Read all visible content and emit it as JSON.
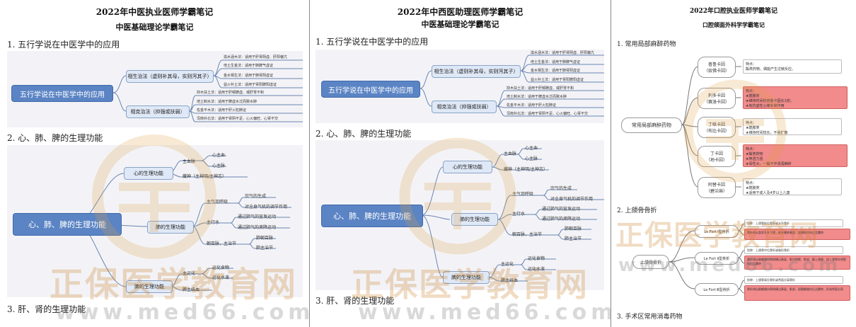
{
  "panel1": {
    "title": "2022年中医执业医师学霸笔记",
    "subtitle": "中医基础理论学霸笔记",
    "sec1": "1. 五行学说在中医学中的应用",
    "sec2": "2. 心、肺、脾的生理功能",
    "sec3": "3. 肝、肾的生理功能",
    "mm1": {
      "root": "五行学说在中医学中的应用",
      "b1": "相生治法（虚则补其母，实则泻其子）",
      "b1_leaves": [
        "滋水涵木法：适用于肝肾阴虚、肝阳偏亢",
        "培土生金法：适用于肺脾气虚证",
        "金水相生法：适用于肺肾阴虚证",
        "益火补土法：适用于肾阳脾阳虚证"
      ],
      "b2": "相克治法（抑强或扶弱）",
      "b2_leaves": [
        "抑木扶土法：适用于肝郁脾虚、或肝胃不和",
        "培土制水法：适用于脾虚水泛而致水肿",
        "佐金平木法：适用于肝火犯肺证",
        "泻南补北法：适用于肾阴不足、心火偏旺、心肾不交"
      ]
    },
    "mm2": {
      "root": "心、肺、脾的生理功能",
      "heart": "心的生理功能",
      "heart_sub": "主血脉",
      "heart_leaves": [
        "心主血",
        "心主脉"
      ],
      "heart_shen": "藏神（主神明/主神志）",
      "lung": "肺的生理功能",
      "lung_q": "主气司呼吸",
      "lung_q_leaves": [
        "宗气的生成",
        "对全身气机的调节作用"
      ],
      "lung_w": "主行水",
      "lung_w_leaves": [
        "通过肺气的宣发运动",
        "通过肺气的肃降运动"
      ],
      "lung_c": "朝百脉，主治节",
      "lung_c_leaves": [
        "肺朝百脉",
        "肺主治节"
      ],
      "spleen": "脾的生理功能",
      "spleen_y": "主运化",
      "spleen_y_leaves": [
        "运化食物",
        "运化水液"
      ],
      "spleen_t": "脾主统血"
    }
  },
  "panel2": {
    "title": "2022年中西医助理医师学霸笔记",
    "subtitle": "中医基础理论学霸笔记",
    "sec1": "1. 五行学说在中医学中的应用",
    "sec2": "2. 心、肺、脾的生理功能",
    "sec3": "3. 肝、肾的生理功能",
    "mm1": {
      "root": "五行学说在中医学中的应用",
      "b1": "相生治法（虚则补其母，实则泻其子）",
      "b1_leaves": [
        "滋水涵木法：适用于肝肾阴虚、肝阳偏亢",
        "培土生金法：适用于肺脾气虚证",
        "金水相生法：适用于肺肾阴虚证",
        "益火补土法：适用于肾阳脾阳虚证"
      ],
      "b2": "相克治法（抑强或扶弱）",
      "b2_leaves": [
        "抑木扶土法：适用于肝郁脾虚、或肝胃不和",
        "培土制水法：适用于脾虚水泛而致水肿",
        "佐金平木法：适用于肝火犯肺证",
        "泻南补北法：适用于肾阴不足、心火偏旺、心肾不交"
      ]
    },
    "mm2": {
      "root": "心、肺、脾的生理功能",
      "heart": "心的生理功能",
      "heart_sub": "主血脉",
      "heart_leaves": [
        "心主血",
        "心主脉"
      ],
      "heart_shen": "藏神（主神明/主神志）",
      "lung": "肺的生理功能",
      "lung_q": "主气司呼吸",
      "lung_q_leaves": [
        "宗气的生成",
        "对全身气机的调节作用"
      ],
      "lung_w": "主行水",
      "lung_w_leaves": [
        "通过肺气的宣发运动",
        "通过肺气的肃降运动"
      ],
      "lung_c": "朝百脉，主治节",
      "lung_c_leaves": [
        "肺朝百脉",
        "肺主治节"
      ],
      "spleen": "脾的生理功能",
      "spleen_y": "主运化",
      "spleen_y_leaves": [
        "运化食物",
        "运化水液"
      ],
      "spleen_t": "脾主统血"
    }
  },
  "panel3": {
    "title": "2022年口腔执业医师学霸笔记",
    "subtitle": "口腔颌面外科学学霸笔记",
    "sec1": "1. 常用局部麻醉药物",
    "sec2": "2. 上颌骨骨折",
    "sec3": "3. 手术区常用消毒药物",
    "mm1": {
      "root": "常用局部麻醉药物",
      "items": [
        {
          "name": "普鲁卡因",
          "alias": "（奴佛卡因）",
          "note": "特点：\n酯类药物，偶能产生过敏反应。"
        },
        {
          "name": "利多卡因",
          "alias": "（赛洛卡因）",
          "note": "特点：\n★酰胺类\n★维持时间较普鲁卡因长1倍；\n★有抗室性心律失常作用"
        },
        {
          "name": "丁哌卡因",
          "alias": "（布比卡因）",
          "note": "特点：\n★酰胺类\n★维持时间较长，不易扩散"
        },
        {
          "name": "丁卡因",
          "alias": "（地卡因）",
          "note": "特点：\n★酯类药物\n★穿透力强\n★毒性大，一般不作浸润麻醉"
        },
        {
          "name": "阿替卡因",
          "alias": "（碧兰麻）",
          "note": "特点：\n★酰胺类\n★适用于成人及4岁以上儿童"
        }
      ]
    },
    "mm2": {
      "root": "上颌骨骨折",
      "items": [
        {
          "name": "Le Fort Ⅰ型骨折",
          "note": "别称：上颌骨低位骨折或水平骨折",
          "red": "骨折线从梨状孔外下缘，经牙槽突基部，绕颌结节向后至翼突"
        },
        {
          "name": "Le Fort Ⅱ型骨折",
          "note": "别称：上颌骨中位骨折或锥形骨折",
          "red": "骨折线自鼻额缝向两侧横过鼻梁、眶内侧壁、眶底、颧上颌缝，绕上颌骨外侧壁向后至翼突"
        },
        {
          "name": "Le Fort Ⅲ型骨折",
          "note": "别称：上颌骨高位骨折或颅面分离骨折",
          "red": "骨折线自鼻额缝向两侧横过鼻梁、眶部，经颧额缝向后达翼突，形成颅面分离"
        }
      ]
    }
  },
  "watermark": {
    "brand": "正保医学教育网",
    "url": "www.med66.com"
  }
}
